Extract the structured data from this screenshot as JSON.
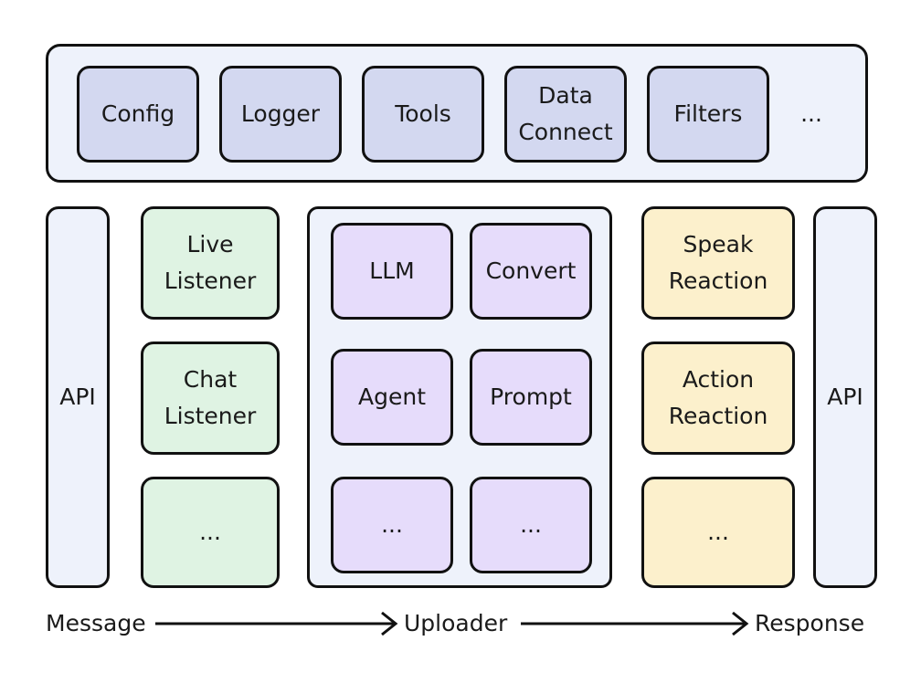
{
  "utilities": {
    "config": "Config",
    "logger": "Logger",
    "tools": "Tools",
    "data_connect": "Data Connect",
    "filters": "Filters",
    "more": "..."
  },
  "api_left": "API",
  "api_right": "API",
  "listeners": {
    "live": "Live Listener",
    "chat": "Chat Listener",
    "more": "..."
  },
  "core": {
    "llm": "LLM",
    "convert": "Convert",
    "agent": "Agent",
    "prompt": "Prompt",
    "more_left": "...",
    "more_right": "..."
  },
  "reactions": {
    "speak": "Speak Reaction",
    "action": "Action Reaction",
    "more": "..."
  },
  "flow": {
    "message": "Message",
    "uploader": "Uploader",
    "response": "Response"
  }
}
